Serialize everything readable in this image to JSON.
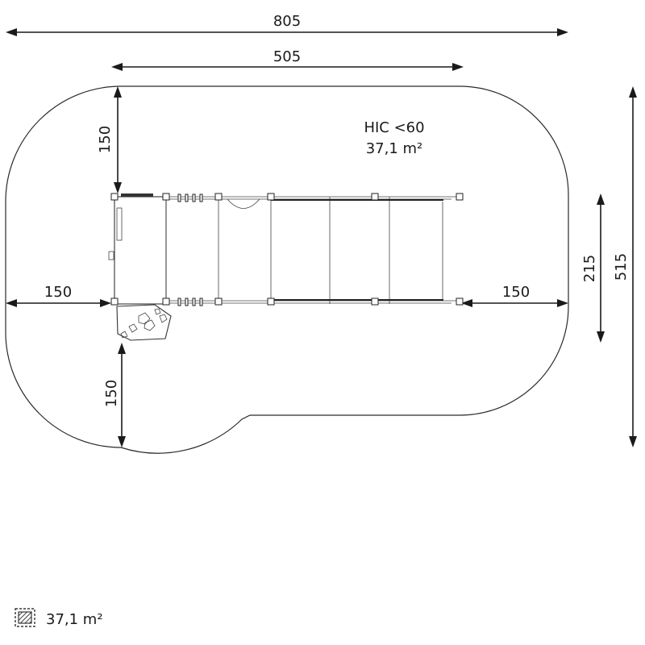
{
  "safety_area": {
    "hic_label": "HIC <60",
    "area_label": "37,1 m²"
  },
  "dimensions": {
    "total_width": "805",
    "equipment_length": "505",
    "total_depth": "515",
    "equipment_depth": "215",
    "top_clearance": "150",
    "left_clearance": "150",
    "right_clearance": "150",
    "bottom_clearance": "150"
  },
  "legend": {
    "icon": "safety-surface-hatch-icon",
    "area_value": "37,1 m²"
  },
  "colors": {
    "line": "#1a1a1a",
    "background": "#ffffff"
  }
}
